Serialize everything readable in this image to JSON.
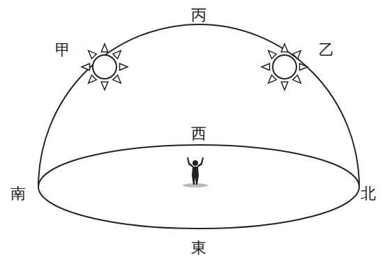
{
  "diagram": {
    "labels": [
      "丙",
      "甲",
      "乙",
      "西",
      "南",
      "北",
      "東"
    ]
  }
}
